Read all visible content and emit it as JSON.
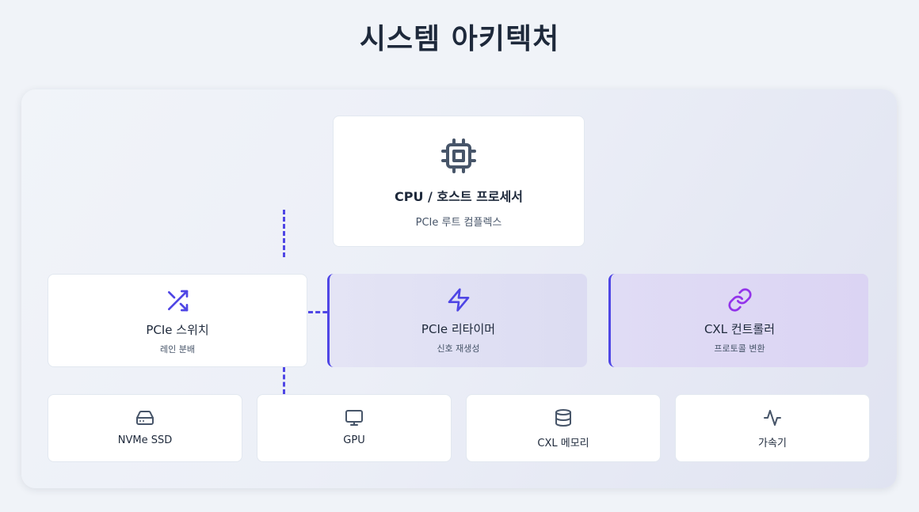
{
  "title": "시스템 아키텍처",
  "cpu": {
    "name": "CPU / 호스트 프로세서",
    "sub": "PCIe 루트 컴플렉스",
    "icon": "cpu-icon"
  },
  "middle": [
    {
      "name": "PCIe 스위치",
      "sub": "레인 분배",
      "icon": "shuffle-icon"
    },
    {
      "name": "PCIe 리타이머",
      "sub": "신호 재생성",
      "icon": "lightning-icon"
    },
    {
      "name": "CXL 컨트롤러",
      "sub": "프로토콜 변환",
      "icon": "link-icon"
    }
  ],
  "devices": [
    {
      "name": "NVMe SSD",
      "icon": "hard-drive-icon"
    },
    {
      "name": "GPU",
      "icon": "monitor-icon"
    },
    {
      "name": "CXL 메모리",
      "icon": "database-icon"
    },
    {
      "name": "가속기",
      "icon": "activity-icon"
    }
  ],
  "colors": {
    "accent": "#4f46e5",
    "accent_purple": "#9333ea",
    "text": "#1e293b",
    "icon_dark": "#475569"
  }
}
